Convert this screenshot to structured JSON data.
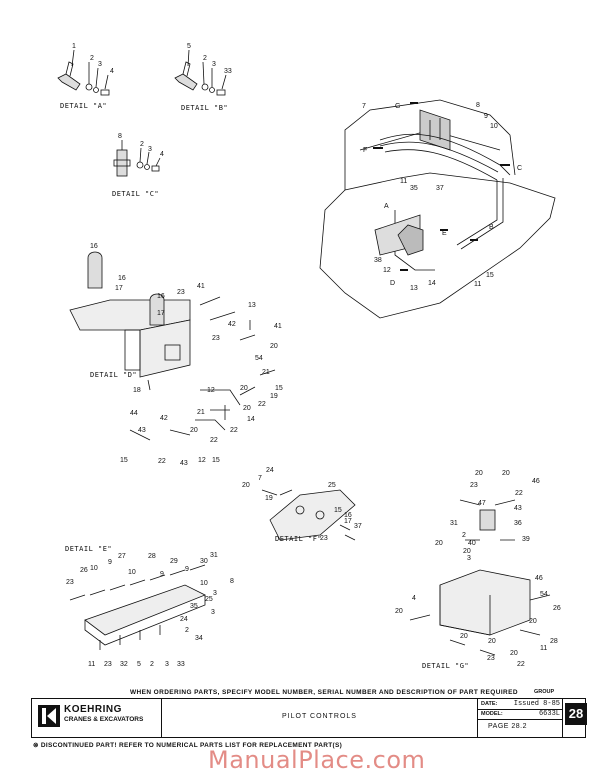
{
  "details": {
    "a": "DETAIL \"A\"",
    "b": "DETAIL \"B\"",
    "c": "DETAIL \"C\"",
    "d": "DETAIL \"D\"",
    "e": "DETAIL \"E\"",
    "f": "DETAIL \"F\"",
    "g": "DETAIL \"G\""
  },
  "ordering_note": "WHEN ORDERING PARTS, SPECIFY MODEL NUMBER, SERIAL NUMBER AND DESCRIPTION OF PART REQUIRED",
  "title_block": {
    "logo_line1": "KOEHRING",
    "logo_line2": "CRANES & EXCAVATORS",
    "title": "PILOT CONTROLS",
    "date_label": "DATE:",
    "date_value": "Issued 8-85",
    "model_label": "MODEL:",
    "model_value": "6633L",
    "page": "PAGE  28.2",
    "group_label": "GROUP",
    "group_number": "28"
  },
  "footnote": "⊗ DISCONTINUED PART! REFER TO NUMERICAL PARTS LIST FOR REPLACEMENT PART(S)",
  "watermark": "ManualPlace.com"
}
